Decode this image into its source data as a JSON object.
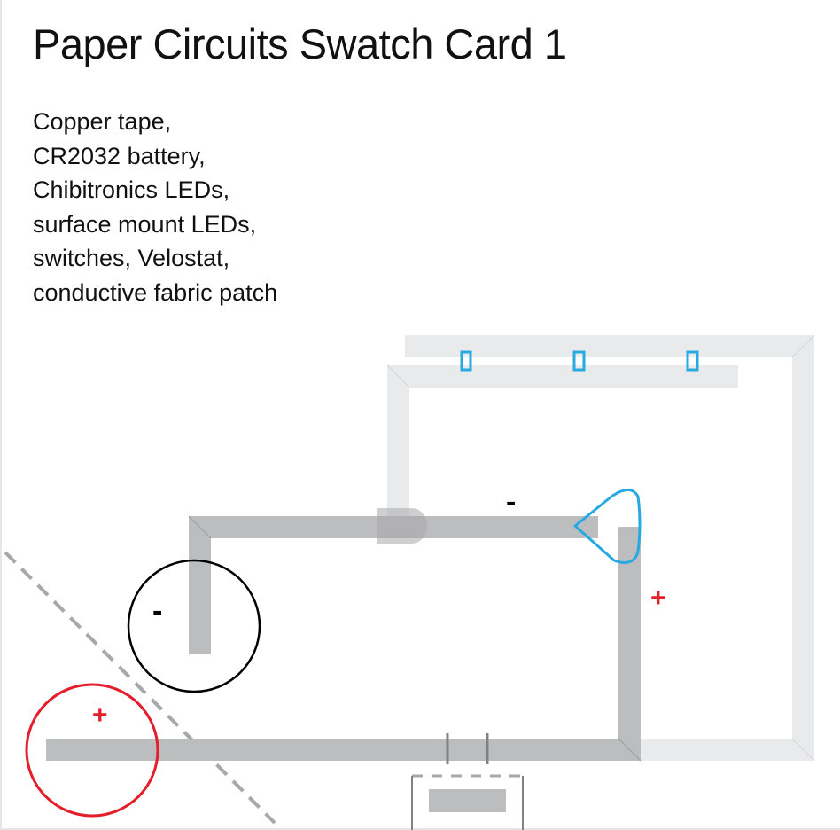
{
  "title": "Paper Circuits Swatch Card 1",
  "materials": [
    "Copper tape,",
    "CR2032 battery,",
    "Chibitronics LEDs,",
    "surface mount LEDs,",
    "switches, Velostat,",
    "conductive fabric patch"
  ],
  "diagram": {
    "labels": {
      "battery_negative": "-",
      "battery_positive": "+",
      "led_negative": "-",
      "led_positive": "+"
    },
    "colors": {
      "copper_trace": "#bcbdbf",
      "faint_trace": "#e9eaec",
      "positive": "#e41e2b",
      "negative": "#000000",
      "led": "#27a9e1",
      "fold_line": "#a7a8aa"
    },
    "surface_mount_led_count": 3
  }
}
